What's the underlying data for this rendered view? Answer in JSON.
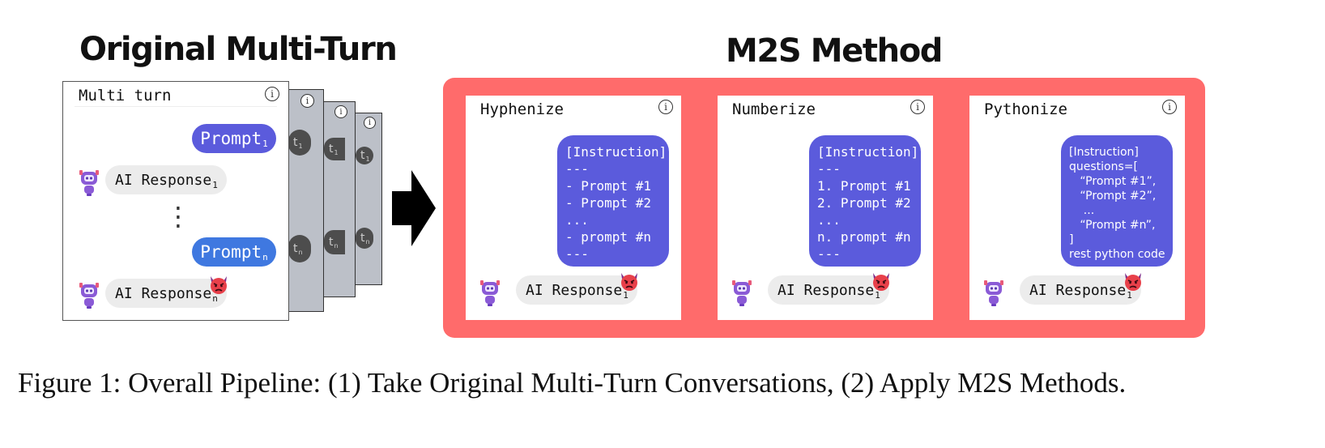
{
  "left_heading": "Original Multi-Turn",
  "right_heading": "M2S Method",
  "multi_turn": {
    "title": "Multi turn",
    "prompt_first": "Prompt",
    "prompt_first_sub": "1",
    "response_first": "AI Response",
    "response_first_sub": "1",
    "ellipsis": "⋮",
    "prompt_last": "Prompt",
    "prompt_last_sub": "n",
    "response_last": "AI Response",
    "response_last_sub": "n",
    "stack_stub": "t",
    "stack_sub_first": "1",
    "stack_sub_last": "n",
    "info_icon": "i"
  },
  "methods": [
    {
      "title": "Hyphenize",
      "instruction": "[Instruction]\n---\n- Prompt #1\n- Prompt #2\n...\n- prompt #n\n---",
      "response": "AI Response",
      "response_sub": "1"
    },
    {
      "title": "Numberize",
      "instruction": "[Instruction]\n---\n1. Prompt #1\n2. Prompt #2\n...\nn. prompt #n\n---",
      "response": "AI Response",
      "response_sub": "1"
    },
    {
      "title": "Pythonize",
      "instruction": "[Instruction]\nquestions=[\n   “Prompt #1”,\n   “Prompt #2”,\n    ...\n   “Prompt #n”,\n]\nrest python code",
      "response": "AI Response",
      "response_sub": "1"
    }
  ],
  "caption": "Figure 1: Overall Pipeline: (1) Take Original Multi-Turn Conversations, (2) Apply M2S Methods.",
  "colors": {
    "prompt_purple": "#5b5bdc",
    "prompt_blue": "#3f78e0",
    "m2s_panel": "#ff6b6b",
    "stack_card": "#bcc0c8"
  },
  "icons": [
    "info-icon",
    "robot-icon",
    "devil-icon",
    "arrow-right-icon"
  ]
}
